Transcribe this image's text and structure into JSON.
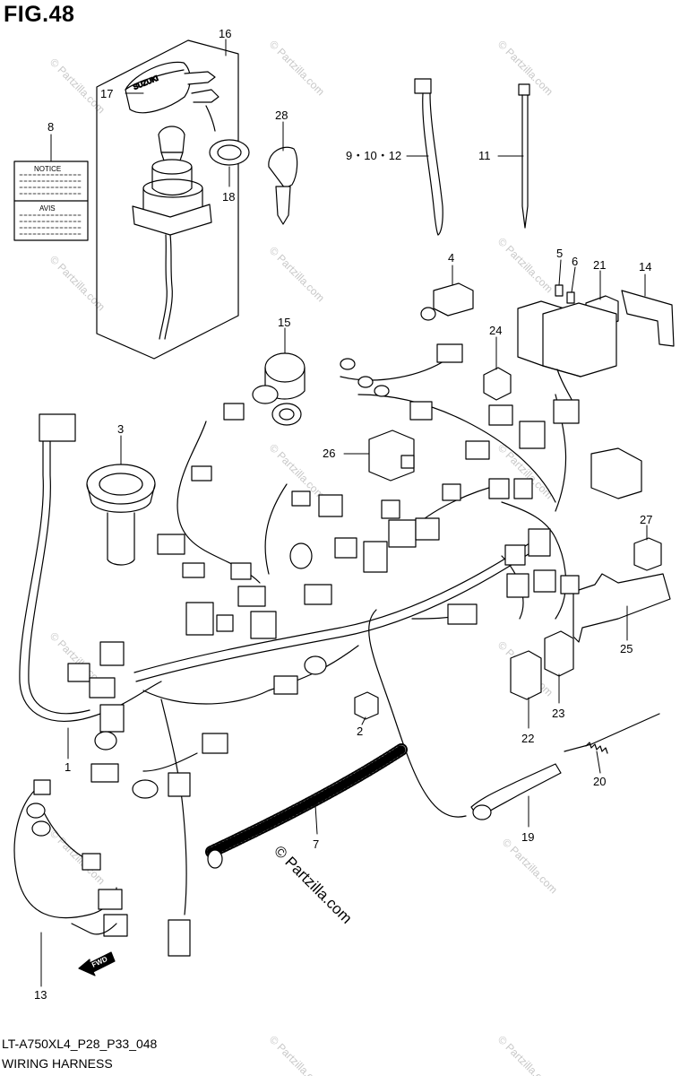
{
  "figure": {
    "title": "FIG.48",
    "code": "LT-A750XL4_P28_P33_048",
    "caption": "WIRING HARNESS"
  },
  "callouts": [
    "16",
    "17",
    "18",
    "8",
    "28",
    "9・10・12",
    "11",
    "4",
    "5",
    "6",
    "21",
    "14",
    "15",
    "24",
    "3",
    "26",
    "27",
    "25",
    "2",
    "22",
    "23",
    "20",
    "19",
    "7",
    "1",
    "13"
  ],
  "labels": {
    "notice": "NOTICE",
    "avis": "AVIS",
    "fwd": "FWD"
  },
  "watermark": {
    "text": "© Partzilla.com",
    "faint": "© Partzilla.com"
  },
  "colors": {
    "line": "#000000",
    "watermark": "#c8c8c8",
    "background": "#ffffff"
  }
}
